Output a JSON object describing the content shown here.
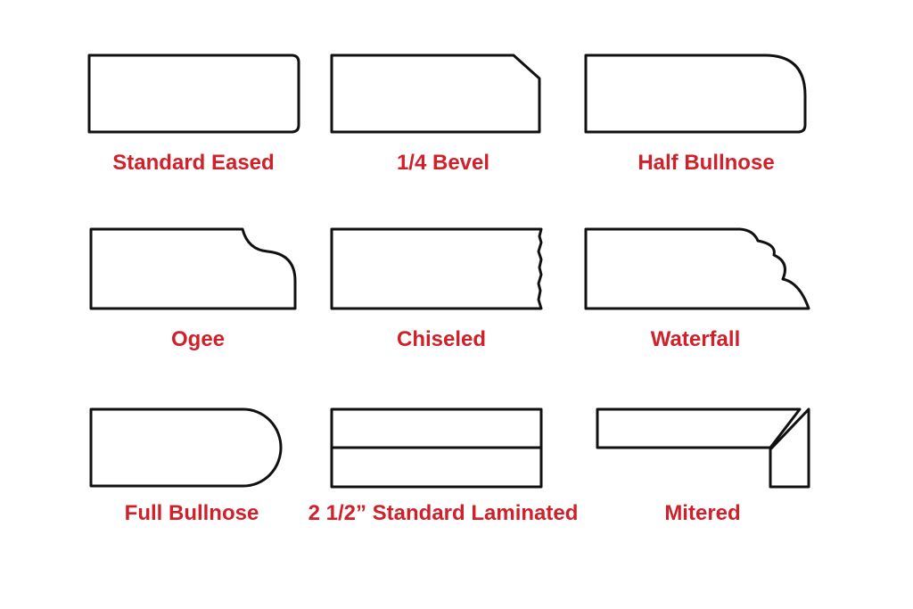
{
  "colors": {
    "outline": "#111111",
    "label": "#d0202a",
    "background": "#ffffff"
  },
  "profiles": [
    {
      "id": "standard-eased",
      "label": "Standard Eased"
    },
    {
      "id": "quarter-bevel",
      "label": "1/4 Bevel"
    },
    {
      "id": "half-bullnose",
      "label": "Half Bullnose"
    },
    {
      "id": "ogee",
      "label": "Ogee"
    },
    {
      "id": "chiseled",
      "label": "Chiseled"
    },
    {
      "id": "waterfall",
      "label": "Waterfall"
    },
    {
      "id": "full-bullnose",
      "label": "Full Bullnose"
    },
    {
      "id": "standard-laminated",
      "label": "2 1/2” Standard Laminated"
    },
    {
      "id": "mitered",
      "label": "Mitered"
    }
  ]
}
